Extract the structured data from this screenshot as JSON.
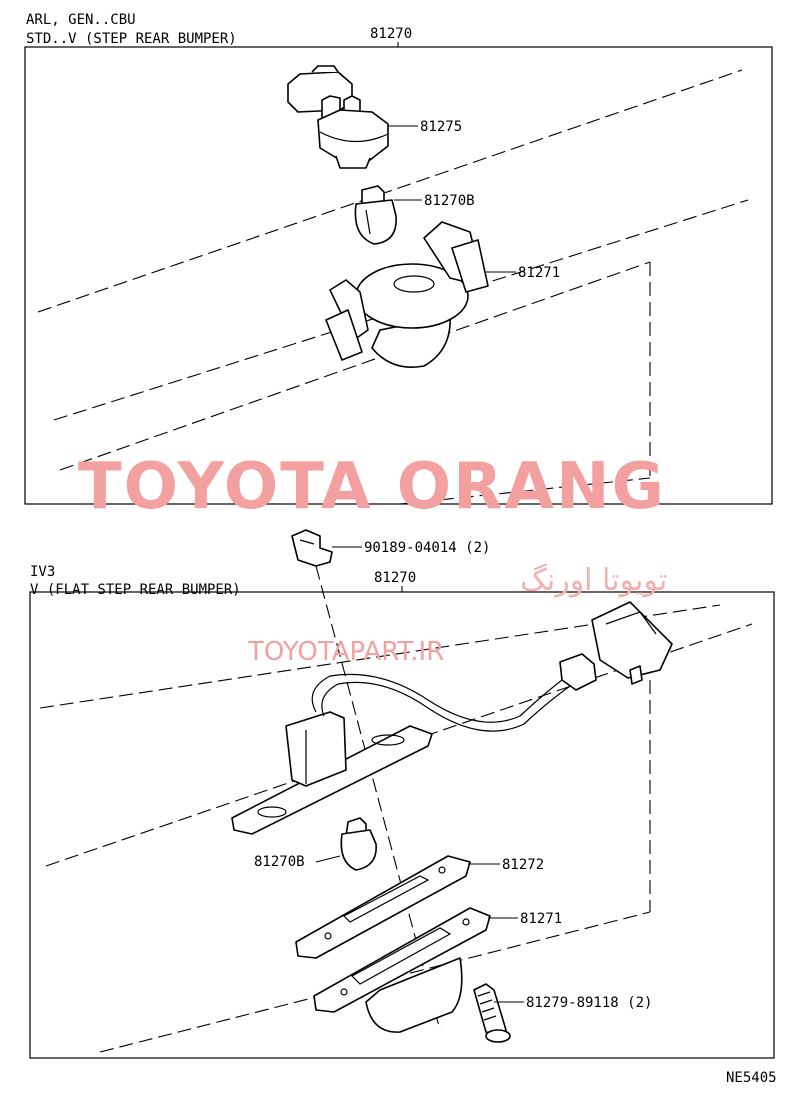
{
  "upper_section": {
    "header_line1": "ARL, GEN..CBU",
    "header_line2": "STD..V (STEP REAR BUMPER)",
    "assembly_number": "81270",
    "callouts": {
      "socket": "81275",
      "bulb": "81270B",
      "lens": "81271"
    }
  },
  "lower_section": {
    "screw_callout": "90189-04014 (2)",
    "header_line1": "IV3",
    "header_line2": "V (FLAT STEP REAR BUMPER)",
    "assembly_number": "81270",
    "callouts": {
      "bulb": "81270B",
      "gasket": "81272",
      "lens": "81271",
      "lens_screw": "81279-89118 (2)"
    }
  },
  "watermark": {
    "main": "TOYOTA ORANG",
    "persian": "تویوتا اورنگ",
    "url": "TOYOTAPART.IR"
  },
  "diagram_code": "NE5405"
}
